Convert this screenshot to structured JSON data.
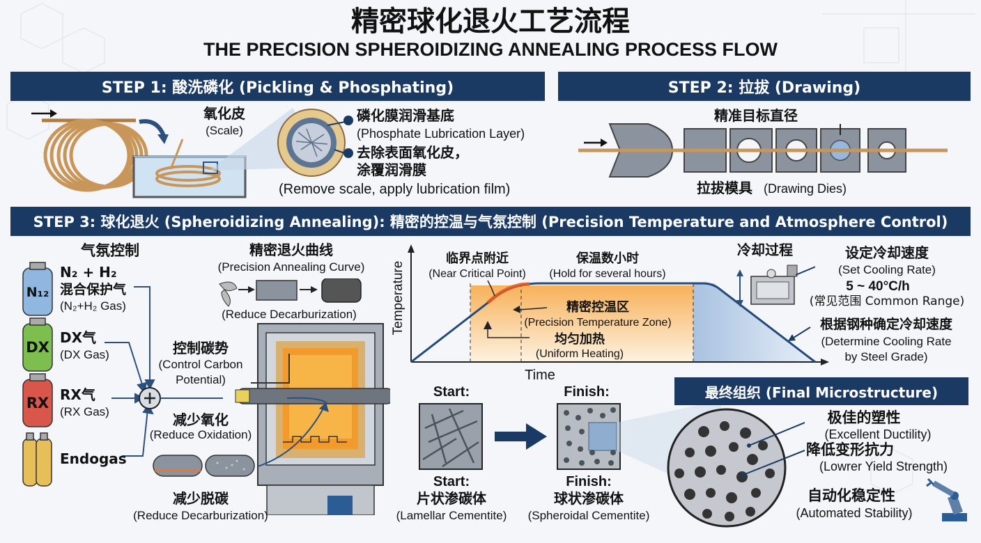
{
  "title_cn": "精密球化退火工艺流程",
  "title_en": "THE PRECISION SPHEROIDIZING ANNEALING PROCESS FLOW",
  "step1": {
    "header": "STEP 1: 酸洗磷化 (Pickling & Phosphating)",
    "scale_cn": "氧化皮",
    "scale_en": "(Scale)",
    "layer_cn": "磷化膜润滑基底",
    "layer_en": "(Phosphate Lubrication Layer)",
    "remove_cn1": "去除表面氧化皮，",
    "remove_cn2": "涂覆润滑膜",
    "remove_en": "(Remove scale, apply lubrication film)"
  },
  "step2": {
    "header": "STEP 2: 拉拔 (Drawing)",
    "target_cn": "精准目标直径",
    "dies_cn": "拉拔模具",
    "dies_en": "(Drawing Dies)"
  },
  "step3": {
    "header": "STEP 3: 球化退火 (Spheroidizing Annealing): 精密的控温与气氛控制 (Precision Temperature and Atmosphere Control)",
    "atmosphere_title": "气氛控制",
    "gases": [
      {
        "cyl": "N₁₂",
        "label_cn": "N₂ + H₂",
        "label_cn2": "混合保护气",
        "label_en": "(N₂+H₂ Gas)",
        "color": "#8fb7e0"
      },
      {
        "cyl": "DX",
        "label_cn": "DX气",
        "label_en": "(DX Gas)",
        "color": "#7cbf4e"
      },
      {
        "cyl": "RX",
        "label_cn": "RX气",
        "label_en": "(RX Gas)",
        "color": "#d9564a"
      },
      {
        "cyl": "",
        "label_cn": "Endogas",
        "label_en": "",
        "color": "#e6bf5a"
      }
    ],
    "curve_title_cn": "精密退火曲线",
    "curve_title_en": "(Precision Annealing Curve)",
    "reduce_decarb_top": "(Reduce Decarburization)",
    "carbon_cn": "控制碳势",
    "carbon_en1": "(Control Carbon",
    "carbon_en2": "Potential)",
    "oxid_cn": "减少氧化",
    "oxid_en": "(Reduce Oxidation)",
    "decarb_cn": "减少脱碳",
    "decarb_en": "(Reduce Decarburization)"
  },
  "chart": {
    "ylabel": "Temperature",
    "xlabel": "Time",
    "critical_cn": "临界点附近",
    "critical_en": "(Near Critical Point)",
    "hold_cn": "保温数小时",
    "hold_en": "(Hold for several hours)",
    "zone_cn": "精密控温区",
    "zone_en": "(Precision Temperature Zone)",
    "uniform_cn": "均匀加热",
    "uniform_en": "(Uniform Heating)"
  },
  "cooling": {
    "title": "冷却过程",
    "set_cn": "设定冷却速度",
    "set_en": "(Set Cooling Rate)",
    "range": "5 ~ 40°C/h",
    "range_note": "(常见范围 Common Range)",
    "grade_cn": "根据钢种确定冷却速度",
    "grade_en1": "(Determine Cooling Rate",
    "grade_en2": "by Steel Grade)"
  },
  "micro": {
    "start_top": "Start:",
    "finish_top": "Finish:",
    "start_bottom": "Start:",
    "start_cn": "片状渗碳体",
    "start_en": "(Lamellar Cementite)",
    "finish_bottom": "Finish:",
    "finish_cn": "球状渗碳体",
    "finish_en": "(Spheroidal Cementite)",
    "final_header": "最终组织 (Final Microstructure)",
    "ductility_cn": "极佳的塑性",
    "ductility_en": "(Excellent Ductility)",
    "yield_cn": "降低变形抗力",
    "yield_en": "(Lowrer Yield Strength)",
    "auto_cn": "自动化稳定性",
    "auto_en": "(Automated Stability)"
  },
  "colors": {
    "navy": "#1b3a63",
    "copper": "#c9965a",
    "orange": "#f39a2c"
  }
}
